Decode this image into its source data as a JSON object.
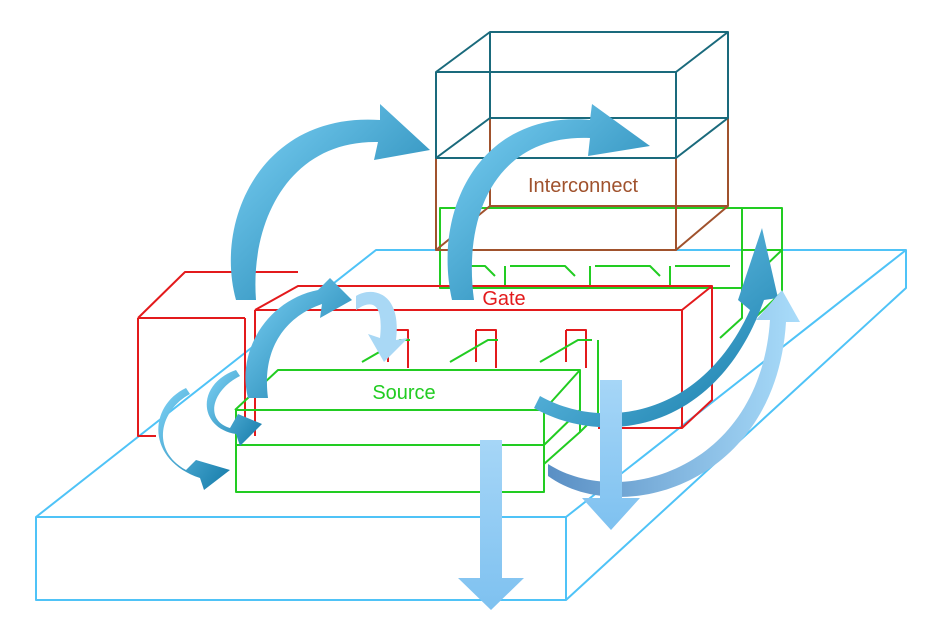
{
  "labels": {
    "interconnect": "Interconnect",
    "gate": "Gate",
    "source": "Source"
  },
  "colors": {
    "substrate": "#4fc3f7",
    "interconnect_top": "#1a6a7c",
    "interconnect_body": "#a0522d",
    "drain": "#22cc22",
    "gate": "#e31a1c",
    "source": "#22cc22",
    "arrow_dark": "#1f8fc0",
    "arrow_light": "#9fd4f4",
    "arrow_down": "#90caf9"
  }
}
